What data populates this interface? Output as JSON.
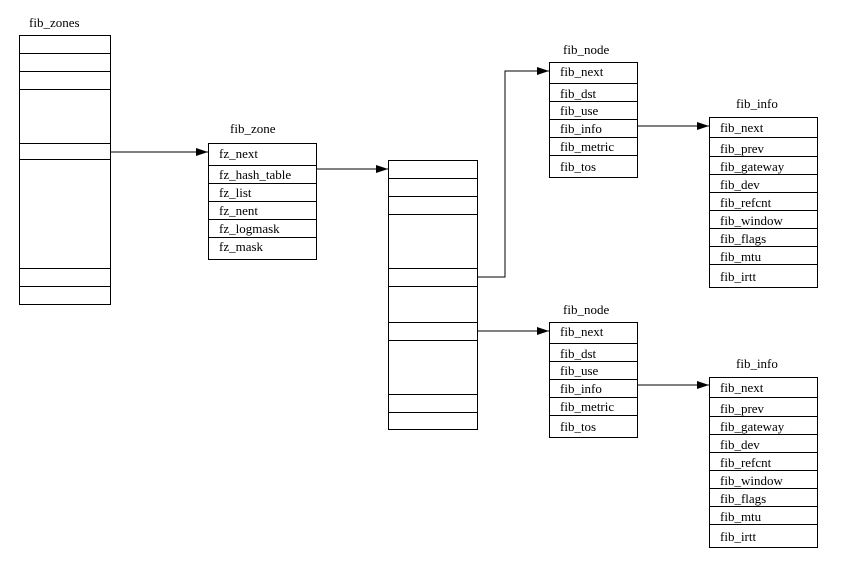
{
  "fib_zones": {
    "title": "fib_zones"
  },
  "fib_zone": {
    "title": "fib_zone",
    "fields": [
      "fz_next",
      "fz_hash_table",
      "fz_list",
      "fz_nent",
      "fz_logmask",
      "fz_mask"
    ]
  },
  "fib_node_top": {
    "title": "fib_node",
    "fields": [
      "fib_next",
      "fib_dst",
      "fib_use",
      "fib_info",
      "fib_metric",
      "fib_tos"
    ]
  },
  "fib_node_bottom": {
    "title": "fib_node",
    "fields": [
      "fib_next",
      "fib_dst",
      "fib_use",
      "fib_info",
      "fib_metric",
      "fib_tos"
    ]
  },
  "fib_info_top": {
    "title": "fib_info",
    "fields": [
      "fib_next",
      "fib_prev",
      "fib_gateway",
      "fib_dev",
      "fib_refcnt",
      "fib_window",
      "fib_flags",
      "fib_mtu",
      "fib_irtt"
    ]
  },
  "fib_info_bottom": {
    "title": "fib_info",
    "fields": [
      "fib_next",
      "fib_prev",
      "fib_gateway",
      "fib_dev",
      "fib_refcnt",
      "fib_window",
      "fib_flags",
      "fib_mtu",
      "fib_irtt"
    ]
  }
}
